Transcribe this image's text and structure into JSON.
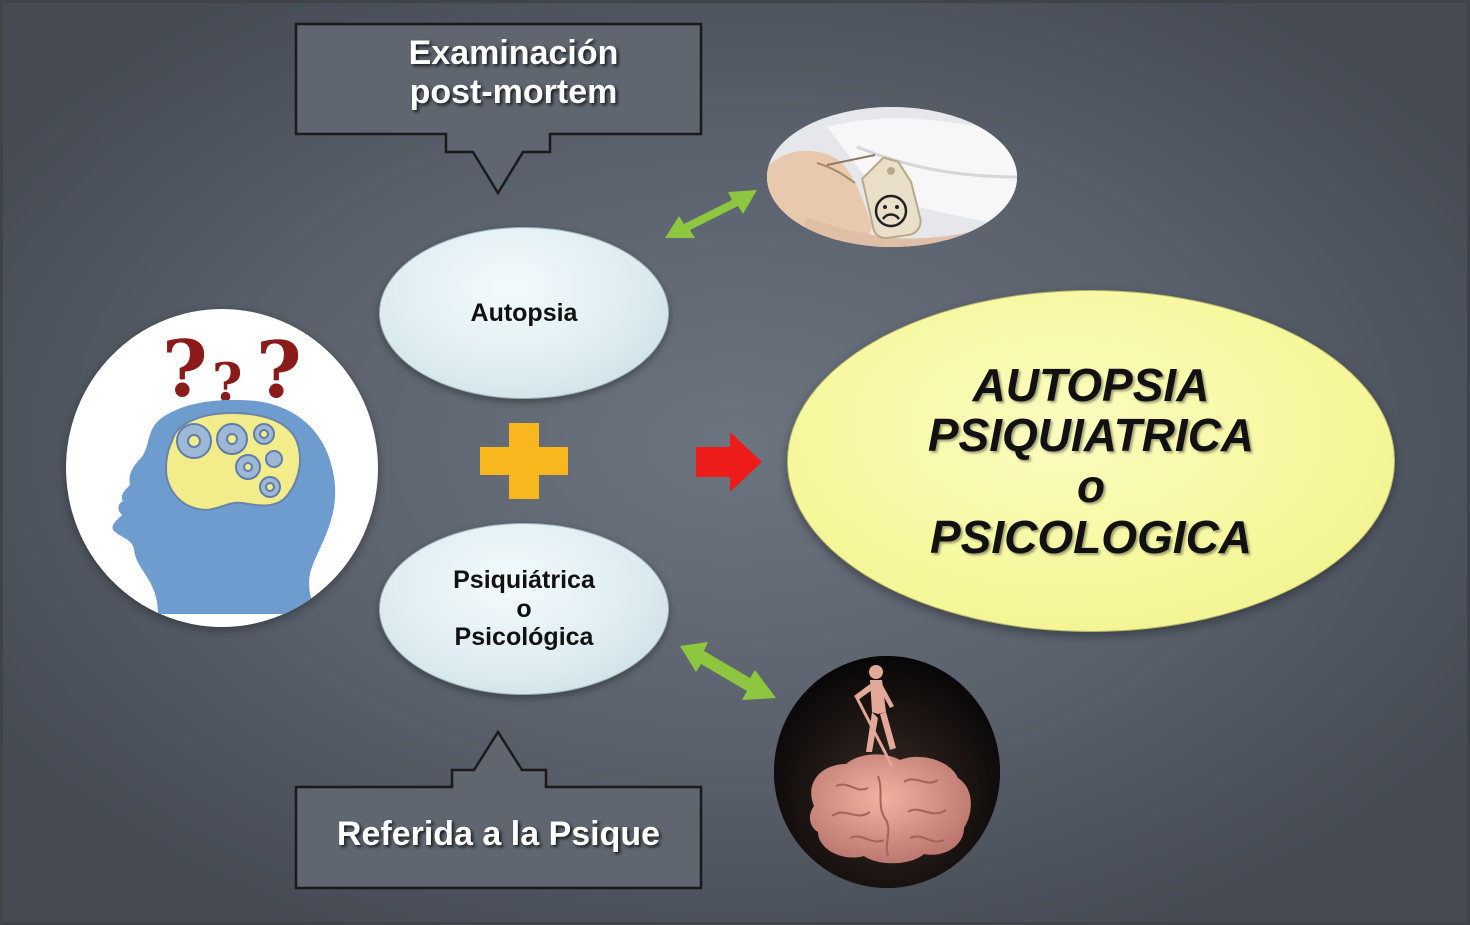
{
  "top_callout": {
    "line1": "Examinación",
    "line2": "post-mortem"
  },
  "bottom_callout": {
    "text": "Referida a la Psique"
  },
  "autopsia_oval": {
    "label": "Autopsia"
  },
  "psique_oval": {
    "line1": "Psiquiátrica",
    "line2": "o",
    "line3": "Psicológica"
  },
  "result_oval": {
    "line1": "AUTOPSIA",
    "line2": "PSIQUIATRICA",
    "line3": "o",
    "line4": "PSICOLOGICA"
  },
  "head_illustration": {
    "marks": [
      "?",
      "?",
      "?"
    ]
  },
  "colors": {
    "background": "#5d646e",
    "small_oval": "#dcebf0",
    "result_oval": "#f6f79b",
    "plus": "#f7b71d",
    "red_arrow": "#ee1b1b",
    "green_arrow": "#8dc63f",
    "question_marks": "#8b1a1a",
    "head": "#6f9ccf",
    "brain": "#f2ec8a"
  },
  "icons": {
    "plus": "plus-icon",
    "red_arrow": "arrow-right-icon",
    "green_arrows": "double-arrow-icon",
    "head": "thinking-head-icon",
    "toe_tag": "toe-tag-photo",
    "brain_statue": "brain-statue-photo"
  }
}
